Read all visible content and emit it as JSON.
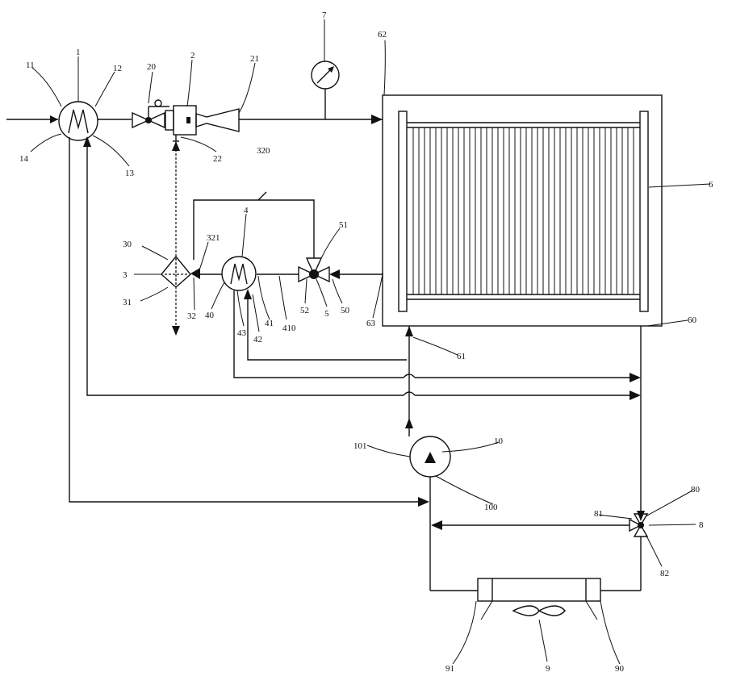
{
  "labels": {
    "l1": "1",
    "l2": "2",
    "l3": "3",
    "l4": "4",
    "l5": "5",
    "l6": "6",
    "l7": "7",
    "l8": "8",
    "l9": "9",
    "l10": "10",
    "l11": "11",
    "l12": "12",
    "l13": "13",
    "l14": "14",
    "l20": "20",
    "l21": "21",
    "l22": "22",
    "l30": "30",
    "l31": "31",
    "l32": "32",
    "l320": "320",
    "l321": "321",
    "l40": "40",
    "l41": "41",
    "l42": "42",
    "l43": "43",
    "l410": "410",
    "l50": "50",
    "l51": "51",
    "l52": "52",
    "l60": "60",
    "l61": "61",
    "l62": "62",
    "l63": "63",
    "l80": "80",
    "l81": "81",
    "l82": "82",
    "l90": "90",
    "l91": "91",
    "l100": "100",
    "l101": "101"
  }
}
